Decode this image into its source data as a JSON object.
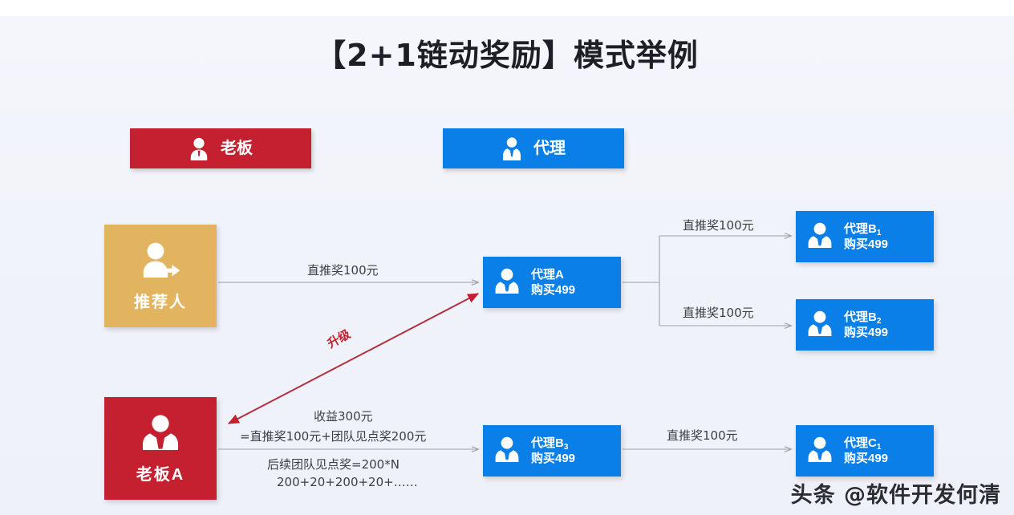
{
  "page": {
    "title": "【2+1链动奖励】模式举例",
    "watermark": "头条 @软件开发何清",
    "background": "#f2f4fb"
  },
  "legend": {
    "boss": {
      "label": "老板",
      "icon": "person-icon",
      "color": "#c4202f"
    },
    "agent": {
      "label": "代理",
      "icon": "person-tie-icon",
      "color": "#0b7fe8"
    }
  },
  "nodes": {
    "referrer": {
      "label": "推荐人",
      "icon": "person-arrow-icon",
      "color": "#e3b45f"
    },
    "bossA": {
      "label": "老板A",
      "icon": "person-tie-icon",
      "color": "#c4202f"
    },
    "agentA": {
      "name": "代理A",
      "sub": "",
      "amount": "购买499",
      "icon": "person-tie-icon",
      "color": "#0b7fe8"
    },
    "agentB1": {
      "name": "代理B",
      "sub": "1",
      "amount": "购买499",
      "icon": "person-tie-icon",
      "color": "#0b7fe8"
    },
    "agentB2": {
      "name": "代理B",
      "sub": "2",
      "amount": "购买499",
      "icon": "person-tie-icon",
      "color": "#0b7fe8"
    },
    "agentB3": {
      "name": "代理B",
      "sub": "3",
      "amount": "购买499",
      "icon": "person-tie-icon",
      "color": "#0b7fe8"
    },
    "agentC1": {
      "name": "代理C",
      "sub": "1",
      "amount": "购买499",
      "icon": "person-tie-icon",
      "color": "#0b7fe8"
    }
  },
  "edges": {
    "referrer_to_agentA": "直推奖100元",
    "agentA_to_agentB1": "直推奖100元",
    "agentA_to_agentB2": "直推奖100元",
    "agentB3_to_agentC1": "直推奖100元",
    "bossA_upgrade": "升级"
  },
  "notes": {
    "income_line1": "收益300元",
    "income_line2": "=直推奖100元+团队见点奖200元",
    "follow_line1": "后续团队见点奖=200*N",
    "follow_line2": "200+20+200+20+……"
  },
  "chart_data": {
    "type": "diagram",
    "title": "【2+1链动奖励】模式举例",
    "levels": [
      {
        "level": 0,
        "nodes": [
          "推荐人",
          "老板A"
        ]
      },
      {
        "level": 1,
        "nodes": [
          "代理A",
          "代理B3"
        ]
      },
      {
        "level": 2,
        "nodes": [
          "代理B1",
          "代理B2",
          "代理C1"
        ]
      }
    ],
    "links": [
      {
        "from": "推荐人",
        "to": "代理A",
        "label": "直推奖100元",
        "style": "grey-arrow"
      },
      {
        "from": "代理A",
        "to": "代理B1",
        "label": "直推奖100元",
        "style": "grey-arrow"
      },
      {
        "from": "代理A",
        "to": "代理B2",
        "label": "直推奖100元",
        "style": "grey-arrow"
      },
      {
        "from": "代理B3",
        "to": "代理C1",
        "label": "直推奖100元",
        "style": "grey-arrow"
      },
      {
        "from": "老板A",
        "to": "代理A",
        "label": "升级",
        "style": "red-double-arrow"
      },
      {
        "from": "老板A",
        "to": "代理B3",
        "label": "收益300元",
        "style": "grey-arrow"
      }
    ]
  }
}
